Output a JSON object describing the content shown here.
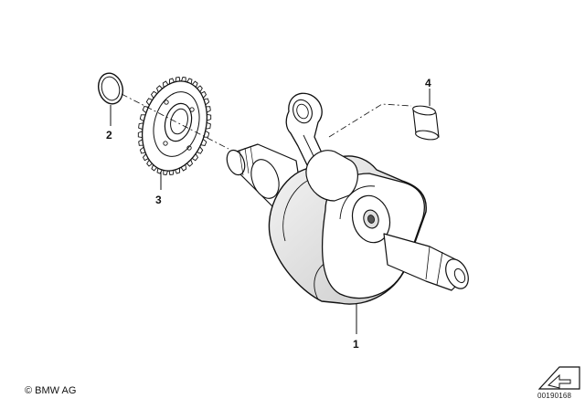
{
  "callouts": {
    "crankshaft": "1",
    "o_ring": "2",
    "gear_wheel": "3",
    "bushing": "4"
  },
  "footer": {
    "copyright": "© BMW AG",
    "diagram_id": "00190168"
  },
  "parts": [
    {
      "id": "crankshaft",
      "icon": "crankshaft-with-conrod"
    },
    {
      "id": "o_ring",
      "icon": "o-ring"
    },
    {
      "id": "gear_wheel",
      "icon": "gear-wheel"
    },
    {
      "id": "bushing",
      "icon": "needle-bushing"
    }
  ]
}
